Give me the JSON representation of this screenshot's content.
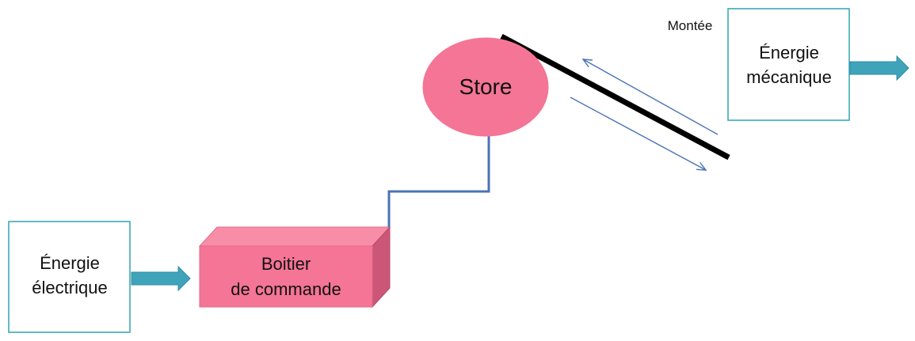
{
  "nodes": {
    "electric_energy": {
      "line1": "Énergie",
      "line2": "électrique"
    },
    "control_box": {
      "line1": "Boitier",
      "line2": "de commande"
    },
    "store": {
      "label": "Store"
    },
    "mechanical_energy": {
      "line1": "Énergie",
      "line2": "mécanique"
    }
  },
  "annotations": {
    "direction_label": "Montée"
  },
  "colors": {
    "box_border": "#3fa9b5",
    "flow_arrow": "#3fa4ba",
    "pink_front": "#f47595",
    "pink_top": "#f88da7",
    "pink_side": "#cc5677",
    "store_fill": "#f47595",
    "cable": "#4a73b5",
    "shade_bar": "#000000",
    "motion_arrows": "#4a73b5"
  }
}
